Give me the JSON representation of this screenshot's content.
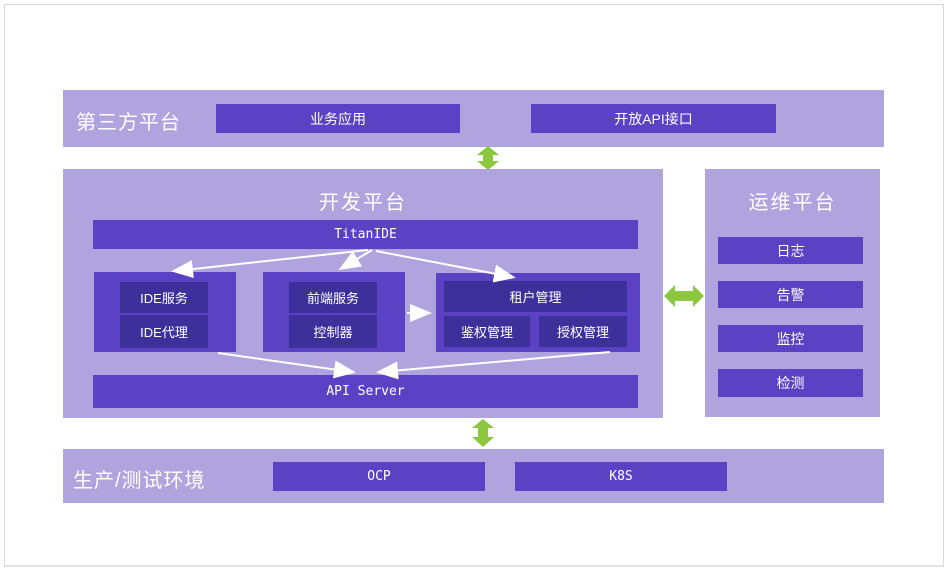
{
  "colors": {
    "band_bg": "#b0a4de",
    "box_bg": "#5b41c4",
    "inner_box_bg": "#3d309b",
    "green_arrow": "#8dc63f",
    "connector": "#ffffff",
    "text": "#ffffff",
    "frame_border": "#d8d8d8"
  },
  "top_band": {
    "label": "第三方平台",
    "boxes": [
      {
        "label": "业务应用"
      },
      {
        "label": "开放API接口"
      }
    ]
  },
  "dev_platform": {
    "title": "开发平台",
    "top_bar": "TitanIDE",
    "groups": [
      {
        "items": [
          "IDE服务",
          "IDE代理"
        ]
      },
      {
        "items": [
          "前端服务",
          "控制器"
        ]
      },
      {
        "header": "租户管理",
        "items": [
          "鉴权管理",
          "授权管理"
        ]
      }
    ],
    "bottom_bar": "API Server"
  },
  "ops_platform": {
    "title": "运维平台",
    "items": [
      "日志",
      "告警",
      "监控",
      "检测"
    ]
  },
  "bottom_band": {
    "label": "生产/测试环境",
    "boxes": [
      {
        "label": "OCP"
      },
      {
        "label": "K8S"
      }
    ]
  }
}
